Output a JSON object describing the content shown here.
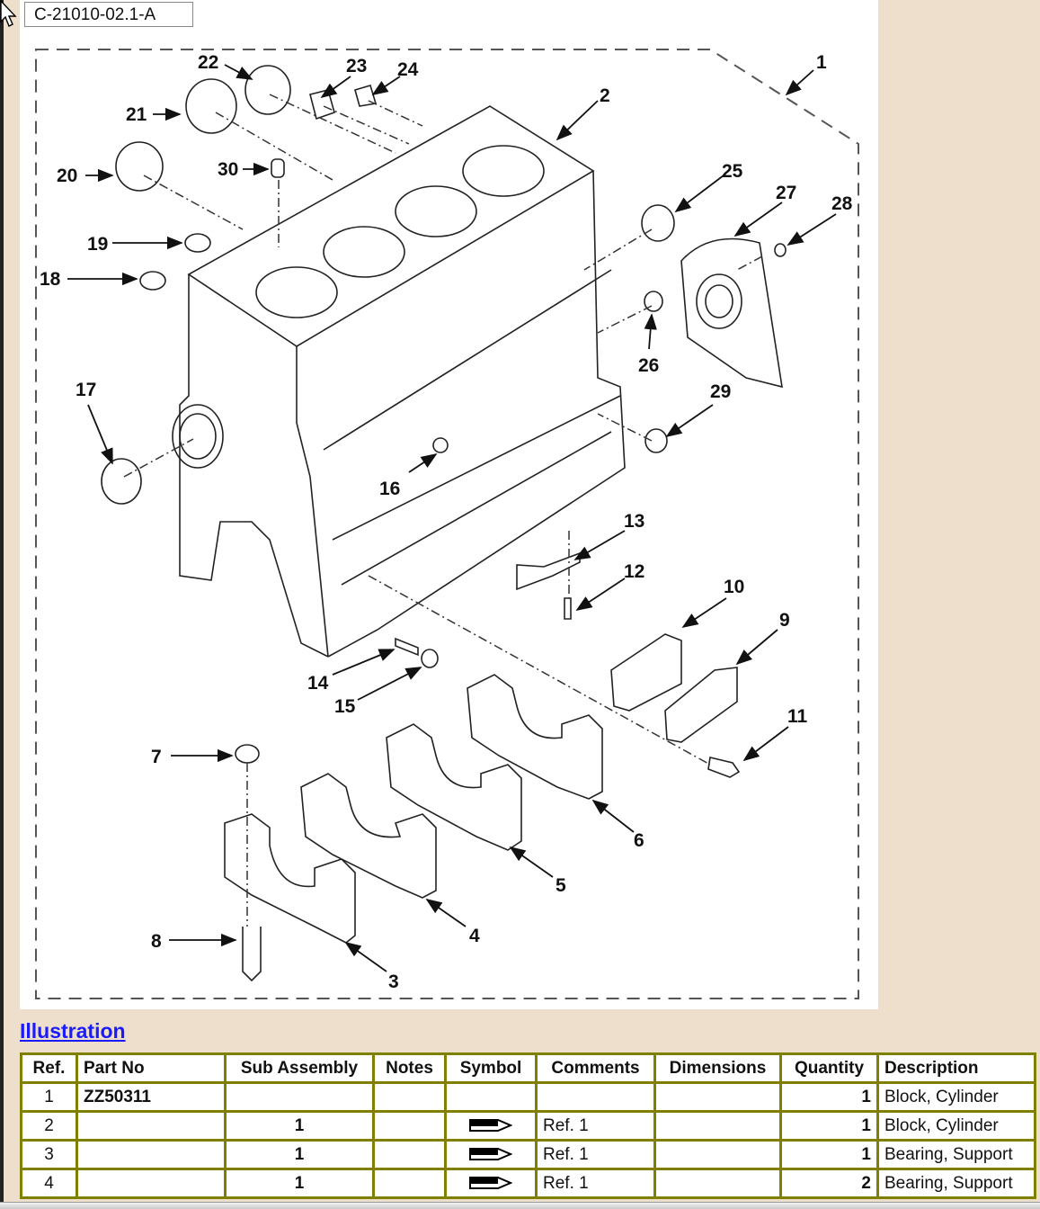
{
  "figure": {
    "label": "C-21010-02.1-A",
    "callouts": [
      "1",
      "2",
      "3",
      "4",
      "5",
      "6",
      "7",
      "8",
      "9",
      "10",
      "11",
      "12",
      "13",
      "14",
      "15",
      "16",
      "17",
      "18",
      "19",
      "20",
      "21",
      "22",
      "23",
      "24",
      "25",
      "26",
      "27",
      "28",
      "29",
      "30"
    ]
  },
  "illustration_link": "Illustration",
  "table": {
    "headers": [
      "Ref.",
      "Part No",
      "Sub Assembly",
      "Notes",
      "Symbol",
      "Comments",
      "Dimensions",
      "Quantity",
      "Description"
    ],
    "rows": [
      {
        "ref": "1",
        "part_no": "ZZ50311",
        "sub_assembly": "",
        "notes": "",
        "symbol": "",
        "comments": "",
        "dimensions": "",
        "quantity": "1",
        "description": "Block, Cylinder"
      },
      {
        "ref": "2",
        "part_no": "",
        "sub_assembly": "1",
        "notes": "",
        "symbol": "pointer-arrow-icon",
        "comments": "Ref. 1",
        "dimensions": "",
        "quantity": "1",
        "description": "Block, Cylinder"
      },
      {
        "ref": "3",
        "part_no": "",
        "sub_assembly": "1",
        "notes": "",
        "symbol": "pointer-arrow-icon",
        "comments": "Ref. 1",
        "dimensions": "",
        "quantity": "1",
        "description": "Bearing, Support"
      },
      {
        "ref": "4",
        "part_no": "",
        "sub_assembly": "1",
        "notes": "",
        "symbol": "pointer-arrow-icon",
        "comments": "Ref. 1",
        "dimensions": "",
        "quantity": "2",
        "description": "Bearing, Support"
      }
    ]
  },
  "colors": {
    "page_background": "#eddfcc",
    "table_border": "#808000",
    "link": "#1a1aff"
  }
}
